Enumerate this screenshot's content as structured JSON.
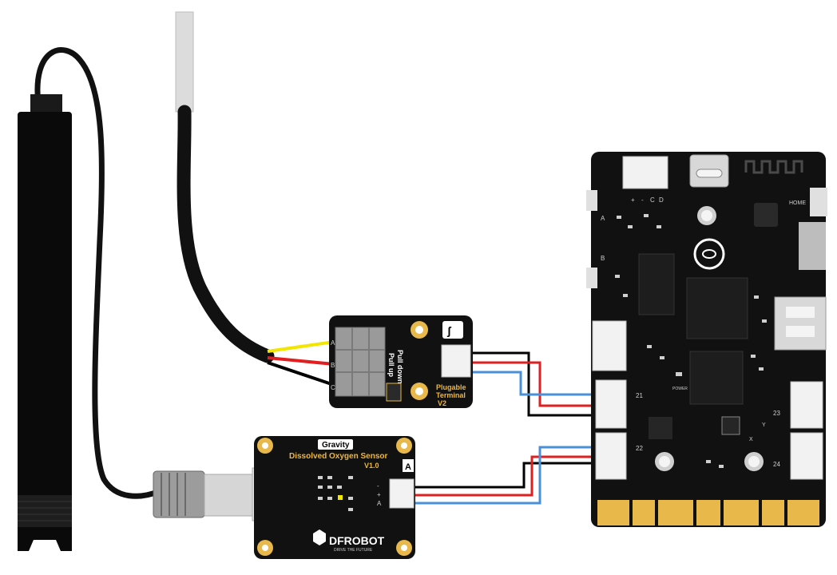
{
  "colors": {
    "background": "#ffffff",
    "board": "#111111",
    "gold": "#e8b84a",
    "wire_red": "#e02020",
    "wire_blue": "#4a90d9",
    "wire_black": "#000000",
    "wire_yellow": "#f2e600",
    "probe_white": "#d8d8d8"
  },
  "probe": {
    "label": ""
  },
  "temp_probe": {
    "label": ""
  },
  "terminal_board": {
    "pull_down": "Pull down",
    "pull_up": "Pull up",
    "name_line1": "Plugable",
    "name_line2": "Terminal",
    "version": "V2",
    "pin_labels": [
      "A",
      "B",
      "C"
    ]
  },
  "do_sensor": {
    "brand": "Gravity",
    "title": "Dissolved Oxygen Sensor",
    "version": "V1.0",
    "signal": "A",
    "pins": [
      "-",
      "+",
      "A"
    ],
    "logo": "DFROBOT",
    "tagline": "DRIVE THE FUTURE"
  },
  "main_board": {
    "button_a": "A",
    "button_b": "B",
    "home": "HOME",
    "top_pins": [
      "+",
      "-",
      "C",
      "D"
    ],
    "port_21": "21",
    "port_22": "22",
    "port_23": "23",
    "port_24": "24",
    "axis_y": "Y",
    "axis_x": "X",
    "power": "POWER"
  }
}
